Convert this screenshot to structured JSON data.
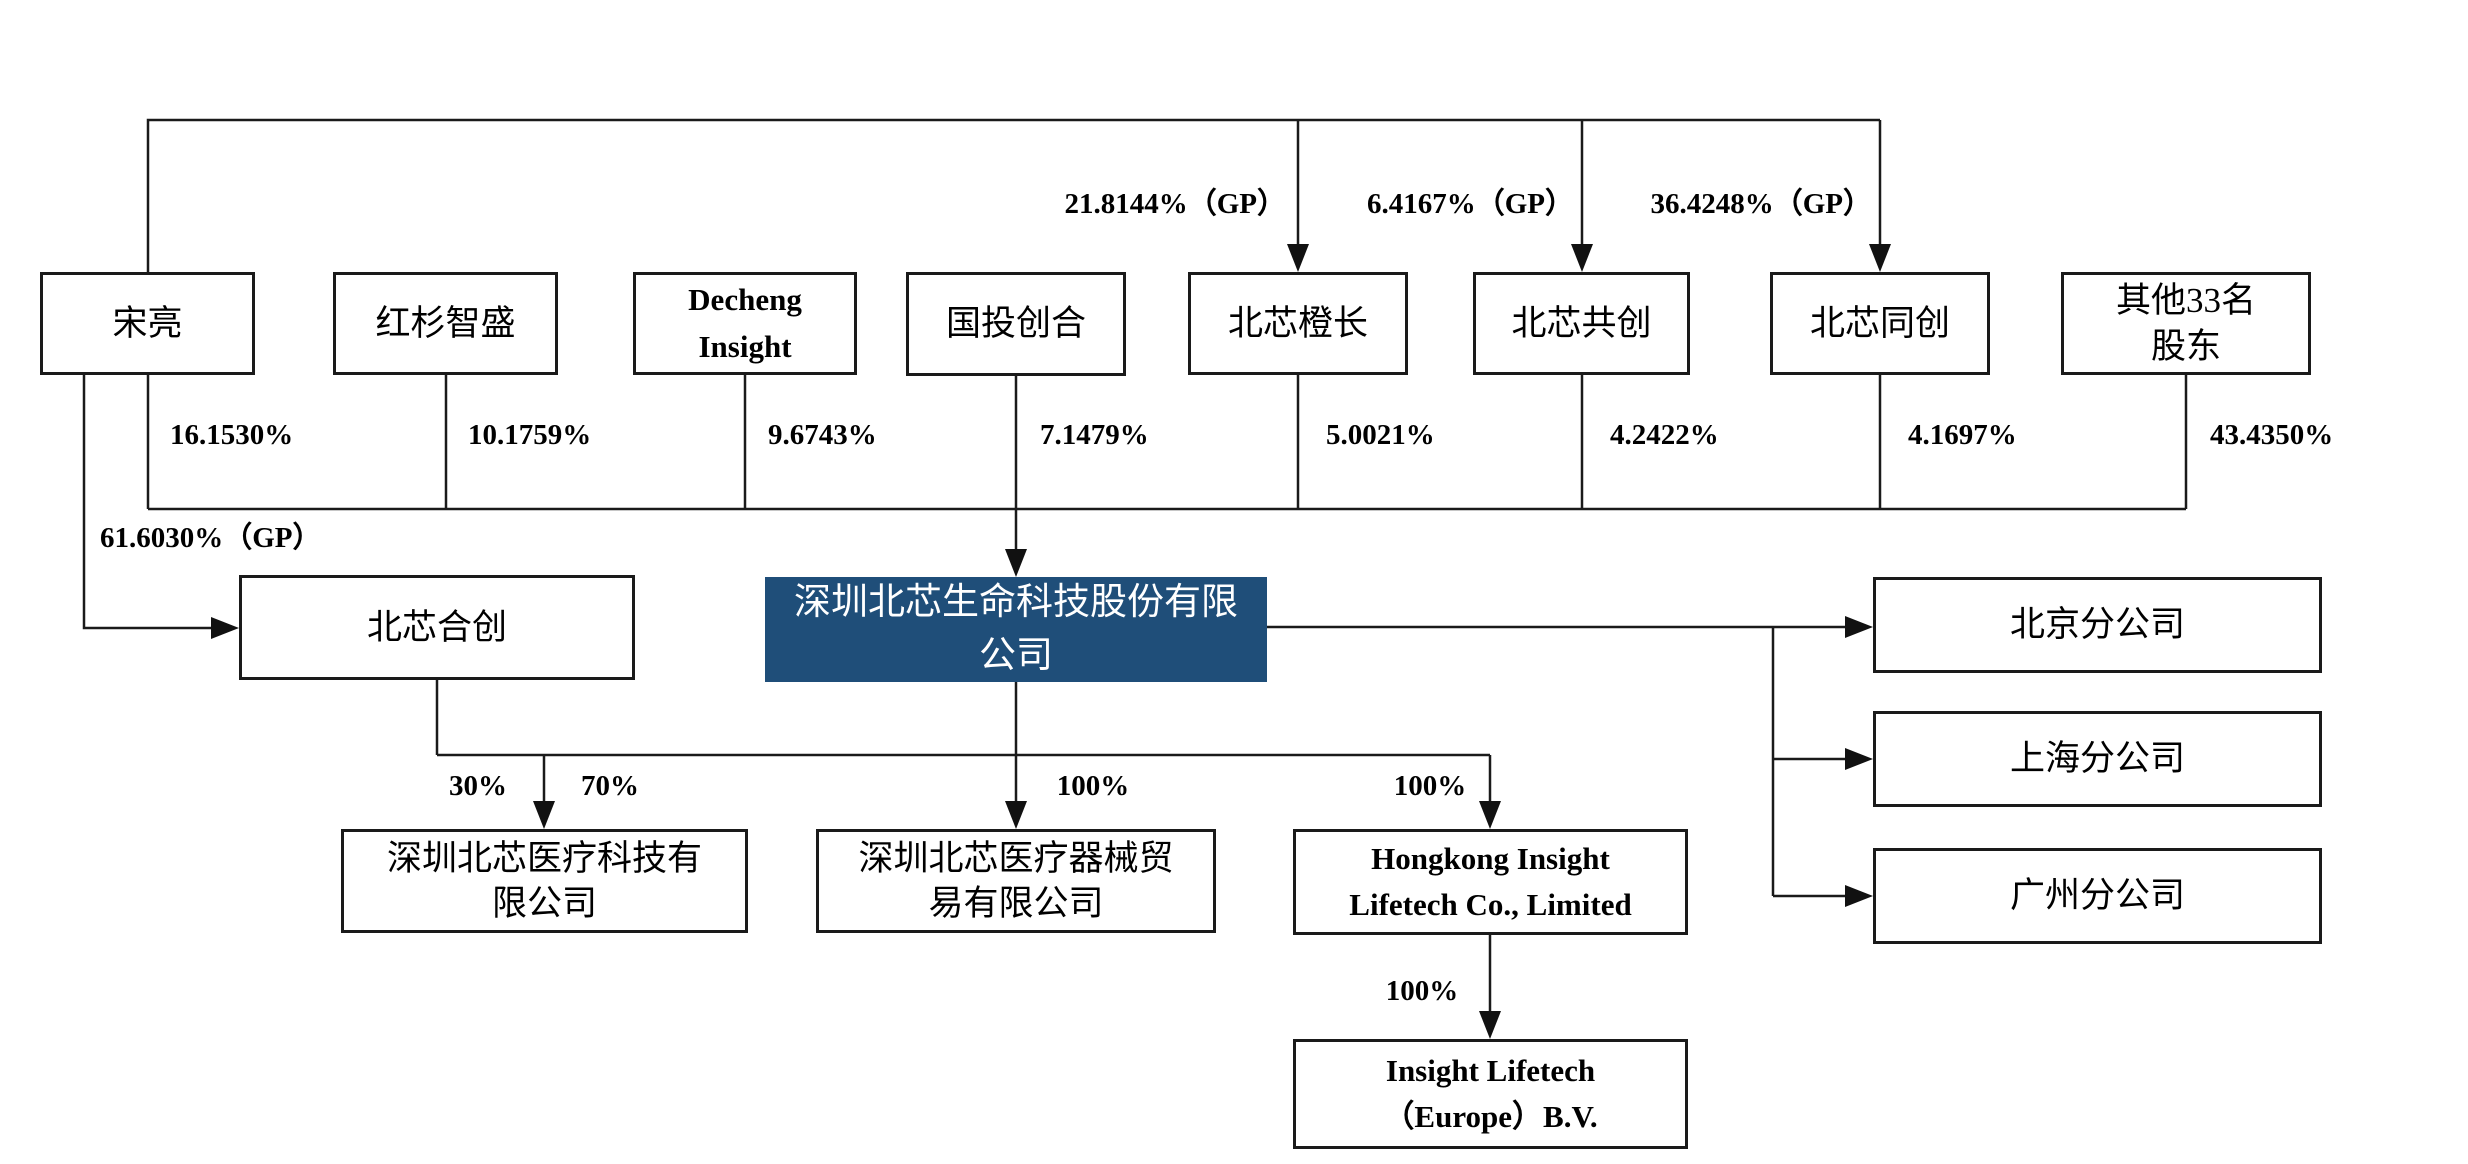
{
  "colors": {
    "line": "#1a1a1a",
    "company_fill": "#1f4e79",
    "company_text": "#ffffff"
  },
  "shareholders": {
    "songliang": {
      "name": "宋亮",
      "pct": "16.1530%",
      "gp_pct": "61.6030%（GP）"
    },
    "hongshan": {
      "name": "红杉智盛",
      "pct": "10.1759%"
    },
    "decheng": {
      "line1": "Decheng",
      "line2": "Insight",
      "pct": "9.6743%"
    },
    "guotou": {
      "name": "国投创合",
      "pct": "7.1479%"
    },
    "chengzhang": {
      "name": "北芯橙长",
      "pct": "5.0021%",
      "gp_pct": "21.8144%（GP）"
    },
    "gongchuang": {
      "name": "北芯共创",
      "pct": "4.2422%",
      "gp_pct": "6.4167%（GP）"
    },
    "tongchuang": {
      "name": "北芯同创",
      "pct": "4.1697%",
      "gp_pct": "36.4248%（GP）"
    },
    "others": {
      "line1": "其他33名",
      "line2": "股东",
      "pct": "43.4350%"
    }
  },
  "platform": {
    "name": "北芯合创"
  },
  "company": {
    "line1": "深圳北芯生命科技股份有限",
    "line2": "公司"
  },
  "subsidiaries": {
    "medtech": {
      "line1": "深圳北芯医疗科技有",
      "line2": "限公司",
      "pct_left": "30%",
      "pct_right": "70%"
    },
    "trading": {
      "line1": "深圳北芯医疗器械贸",
      "line2": "易有限公司",
      "pct": "100%"
    },
    "hongkong": {
      "line1": "Hongkong Insight",
      "line2": "Lifetech Co., Limited",
      "pct": "100%"
    },
    "europe": {
      "line1": "Insight Lifetech",
      "line2": "（Europe）B.V.",
      "pct": "100%"
    }
  },
  "branches": {
    "beijing": {
      "name": "北京分公司"
    },
    "shanghai": {
      "name": "上海分公司"
    },
    "guangzhou": {
      "name": "广州分公司"
    }
  }
}
